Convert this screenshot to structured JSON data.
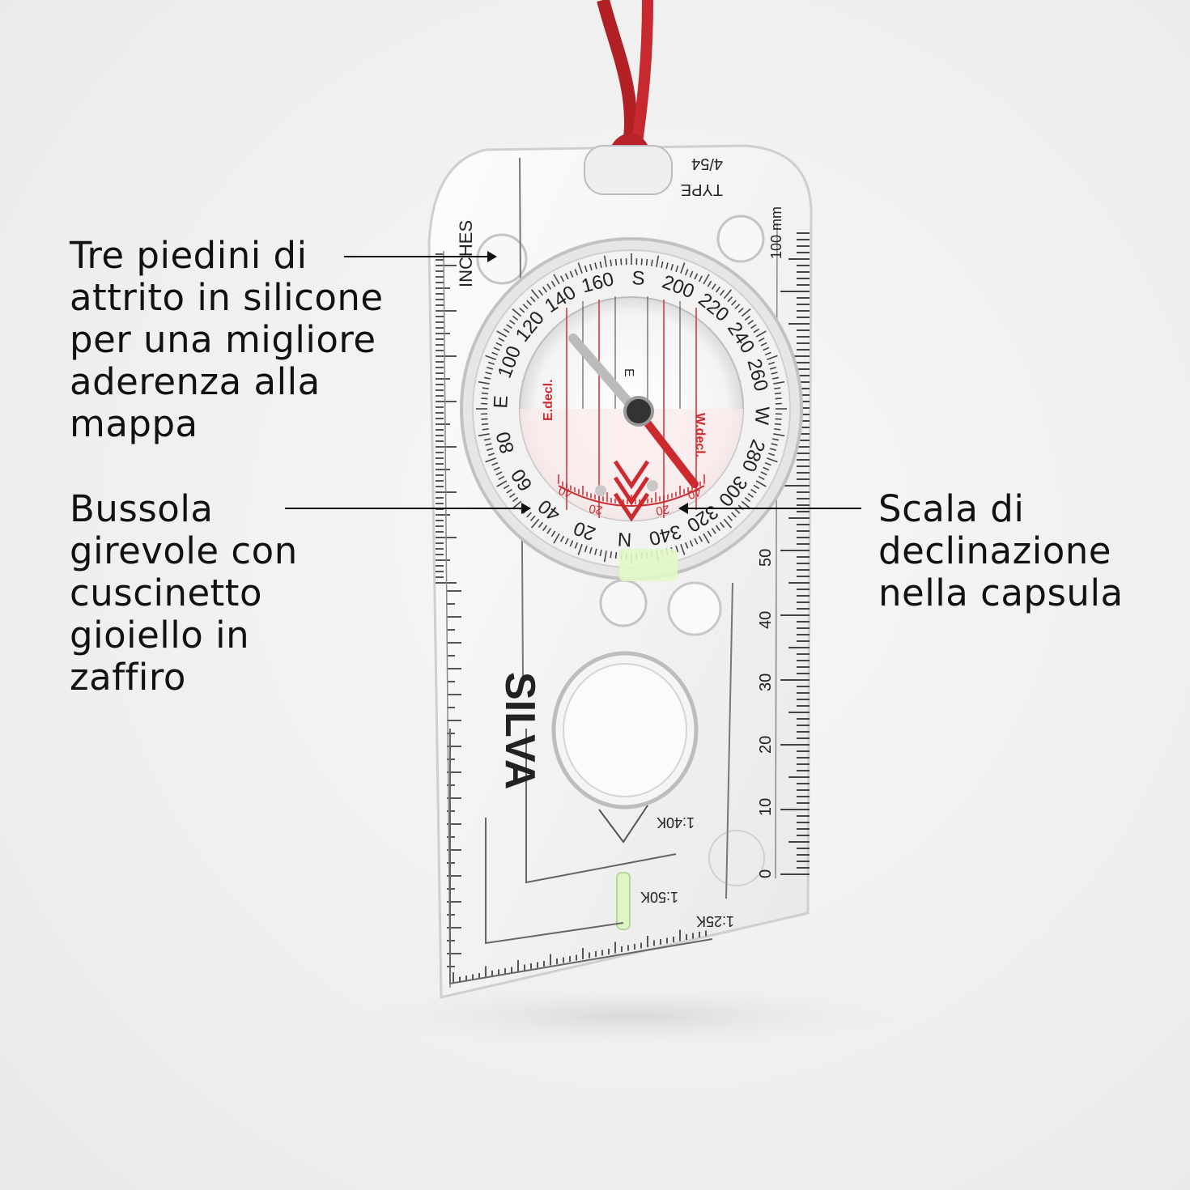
{
  "callouts": {
    "friction_feet": {
      "lines": [
        "Tre piedini di",
        "attrito in silicone",
        "per una migliore",
        "aderenza alla",
        "mappa"
      ]
    },
    "rotating_compass": {
      "lines": [
        "Bussola",
        "girevole con",
        "cuscinetto",
        "gioiello in",
        "zaffiro"
      ]
    },
    "declination_scale": {
      "lines": [
        "Scala di",
        "declinazione",
        "nella capsula"
      ]
    }
  },
  "compass": {
    "type_label": "TYPE",
    "model": "4/54",
    "brand": "SILVA",
    "inches_label": "INCHES",
    "mm_label": "100 mm",
    "dial_numbers": [
      "160",
      "S",
      "200",
      "220",
      "240",
      "260",
      "W",
      "280",
      "300",
      "320",
      "340",
      "N",
      "20",
      "40",
      "60",
      "80",
      "E",
      "100",
      "120",
      "140"
    ],
    "inner_e": "E",
    "e_decl": "E.decl.",
    "w_decl": "W.decl.",
    "mm_scale": [
      "0",
      "10",
      "20",
      "30",
      "40",
      "50"
    ],
    "scale_1_40": "1:40K",
    "scale_1_50": "1:50K",
    "scale_1_25": "1:25K",
    "decl_numbers": [
      "40",
      "20",
      "20",
      "40"
    ],
    "colors": {
      "cord": "#c0262b",
      "needle": "#cc2a2f",
      "accent_red": "#d43a3a",
      "glow": "#d8f5b0"
    }
  }
}
